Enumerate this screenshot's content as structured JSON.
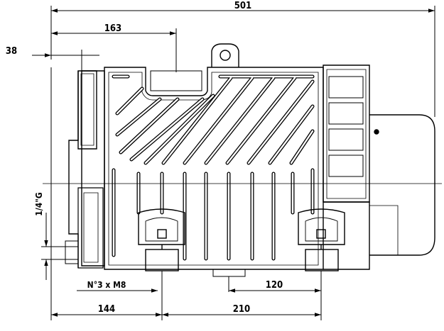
{
  "dimensions": {
    "overall_length": "501",
    "flange_offset": "163",
    "connection_offset": "38",
    "port_thread": "1/4\"G",
    "mounting_bolts": "N°3 x M8",
    "center_spacing": "120",
    "front_spacing": "144",
    "foot_spacing": "210"
  },
  "colors": {
    "line": "#000000",
    "background": "#ffffff"
  }
}
